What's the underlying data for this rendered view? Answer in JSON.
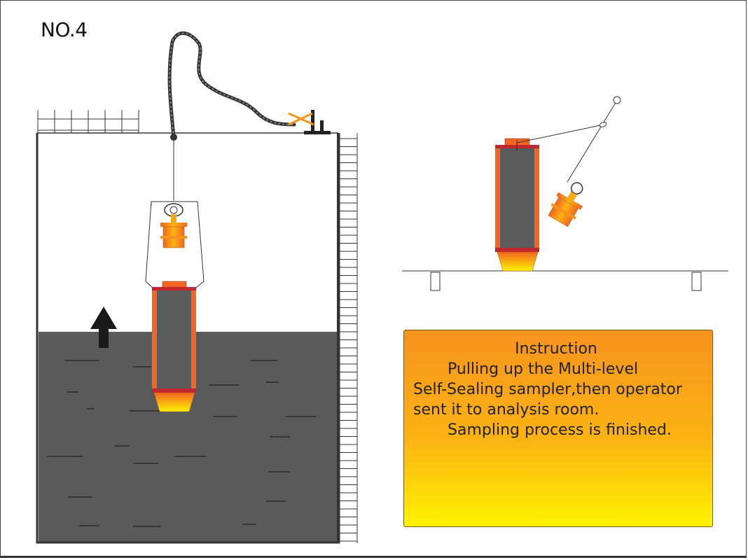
{
  "step": {
    "label": "NO.4"
  },
  "instruction": {
    "title": "Instruction",
    "lines": [
      "Pulling up the Multi-level",
      "Self-Sealing sampler,then operator",
      "sent it to analysis room.",
      "Sampling process is finished."
    ]
  },
  "colors": {
    "water": "#595a5c",
    "sampler_body": "#5a5b5d",
    "sampler_frame": "#f26522",
    "sampler_cap": "#c1272d",
    "brass": "#f7a81b",
    "box_top": "#f7931e",
    "box_bottom": "#fff200"
  },
  "icons": [
    "up-arrow-icon",
    "rope-icon",
    "clamp-icon"
  ]
}
